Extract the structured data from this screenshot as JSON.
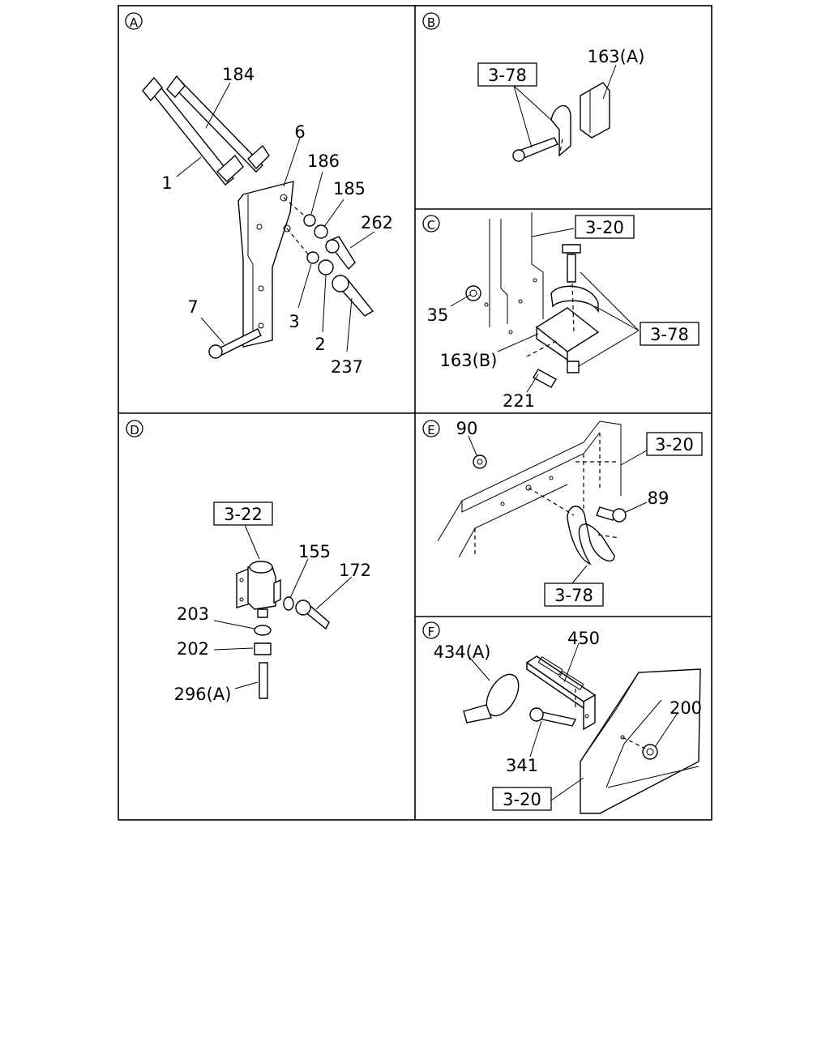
{
  "sections": {
    "A": {
      "letter": "A",
      "labels": {
        "l184": "184",
        "l1": "1",
        "l6": "6",
        "l186": "186",
        "l185": "185",
        "l262": "262",
        "l7": "7",
        "l3": "3",
        "l2": "2",
        "l237": "237"
      }
    },
    "B": {
      "letter": "B",
      "labels": {
        "r378": "3-78",
        "l163a": "163(A)"
      }
    },
    "C": {
      "letter": "C",
      "labels": {
        "r320": "3-20",
        "l35": "35",
        "r378": "3-78",
        "l163b": "163(B)",
        "l221": "221"
      }
    },
    "D": {
      "letter": "D",
      "labels": {
        "r322": "3-22",
        "l155": "155",
        "l172": "172",
        "l203": "203",
        "l202": "202",
        "l296a": "296(A)"
      }
    },
    "E": {
      "letter": "E",
      "labels": {
        "l90": "90",
        "r320": "3-20",
        "l89": "89",
        "r378": "3-78"
      }
    },
    "F": {
      "letter": "F",
      "labels": {
        "l434a": "434(A)",
        "l450": "450",
        "l200": "200",
        "l341": "341",
        "r320": "3-20"
      }
    }
  }
}
